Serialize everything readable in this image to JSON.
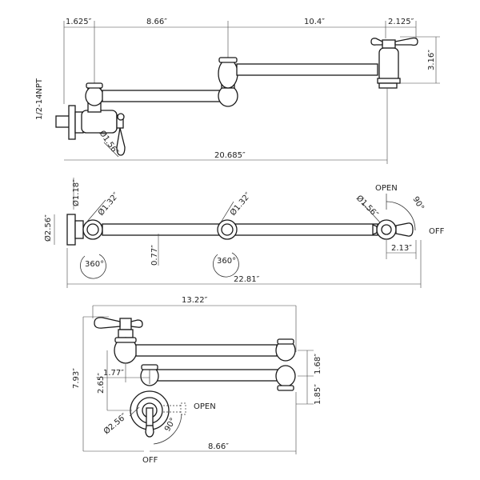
{
  "side_view": {
    "dims": {
      "d1": "1.625″",
      "d2": "8.66″",
      "d3": "10.4″",
      "d4": "2.125″",
      "height": "3.16″",
      "thread": "1/2-14NPT",
      "handle_dia": "Ø1.56″",
      "overall": "20.685″"
    }
  },
  "top_view": {
    "dims": {
      "stem_dia": "Ø1.18″",
      "flange_dia": "Ø2.56″",
      "joint1_dia": "Ø1.32″",
      "joint2_dia": "Ø1.32″",
      "valve_dia": "Ø1.56″",
      "arm_height": "0.77″",
      "spout_offset": "2.13″",
      "overall": "22.81″",
      "rotation1": "360°",
      "rotation2": "360°",
      "handle_angle": "90°",
      "open_label": "OPEN",
      "off_label": "OFF"
    }
  },
  "folded_view": {
    "dims": {
      "width": "13.22″",
      "height": "7.93″",
      "offset": "1.77″",
      "lower": "2.65″",
      "gap1": "1.68″",
      "gap2": "1.85″",
      "flange_dia": "Ø2.56″",
      "arm_len": "8.66″",
      "handle_angle": "90°",
      "open_label": "OPEN",
      "off_label": "OFF"
    }
  }
}
